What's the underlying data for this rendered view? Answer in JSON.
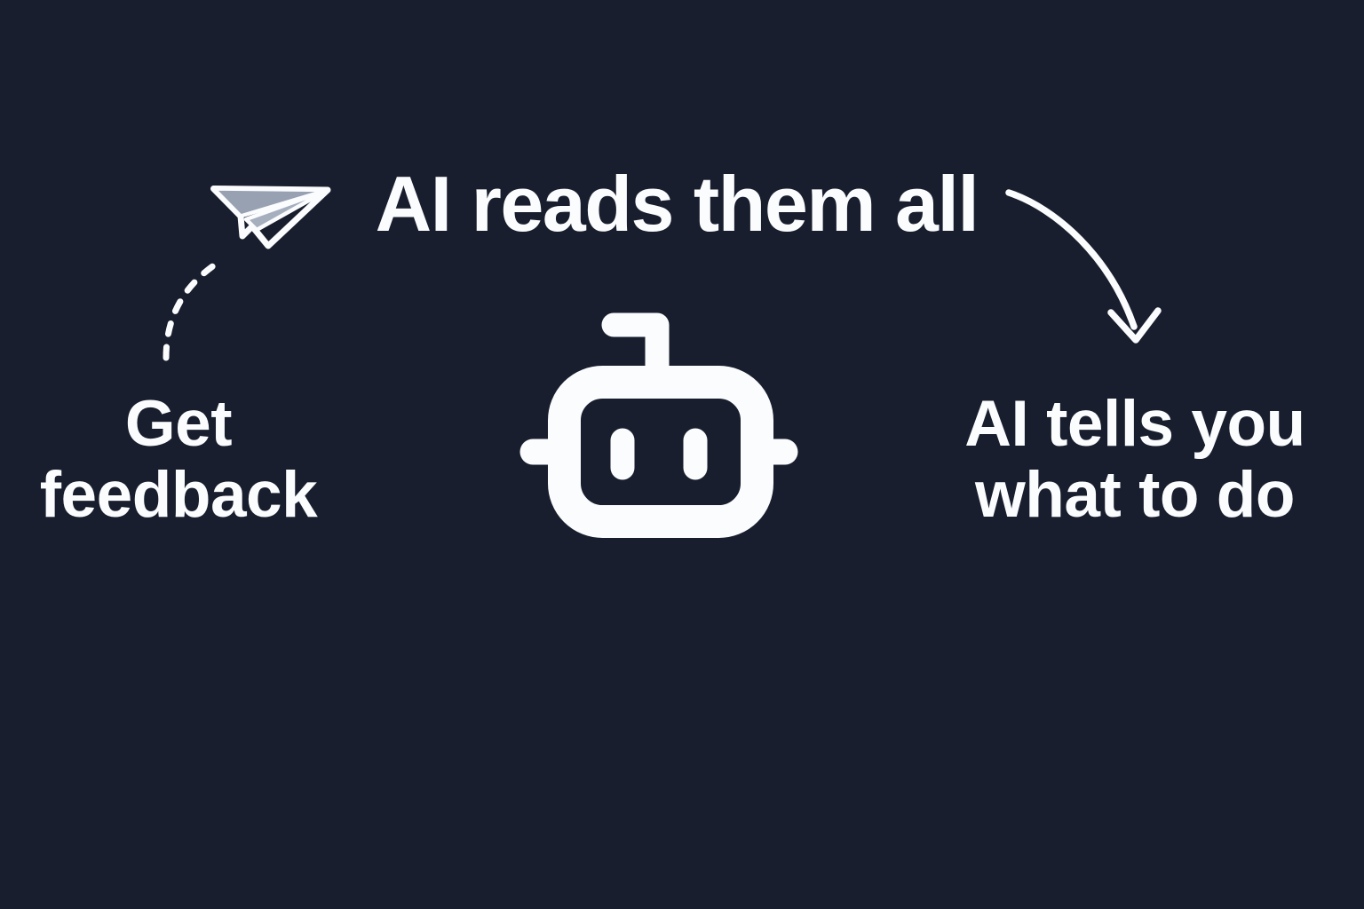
{
  "colors": {
    "background": "#181e2d",
    "foreground": "#fbfcfe",
    "plane_fill": "#97a1b2",
    "plane_fill_light": "#a6afbe"
  },
  "diagram": {
    "title": "AI reads them all",
    "left_step": {
      "icon": "paper-plane-icon",
      "line1": "Get",
      "line2": "feedback"
    },
    "center_step": {
      "icon": "robot-icon"
    },
    "right_step": {
      "line1": "AI tells you",
      "line2": "what to do"
    },
    "connectors": {
      "left": "dashed-trail",
      "right": "curved-arrow"
    }
  }
}
